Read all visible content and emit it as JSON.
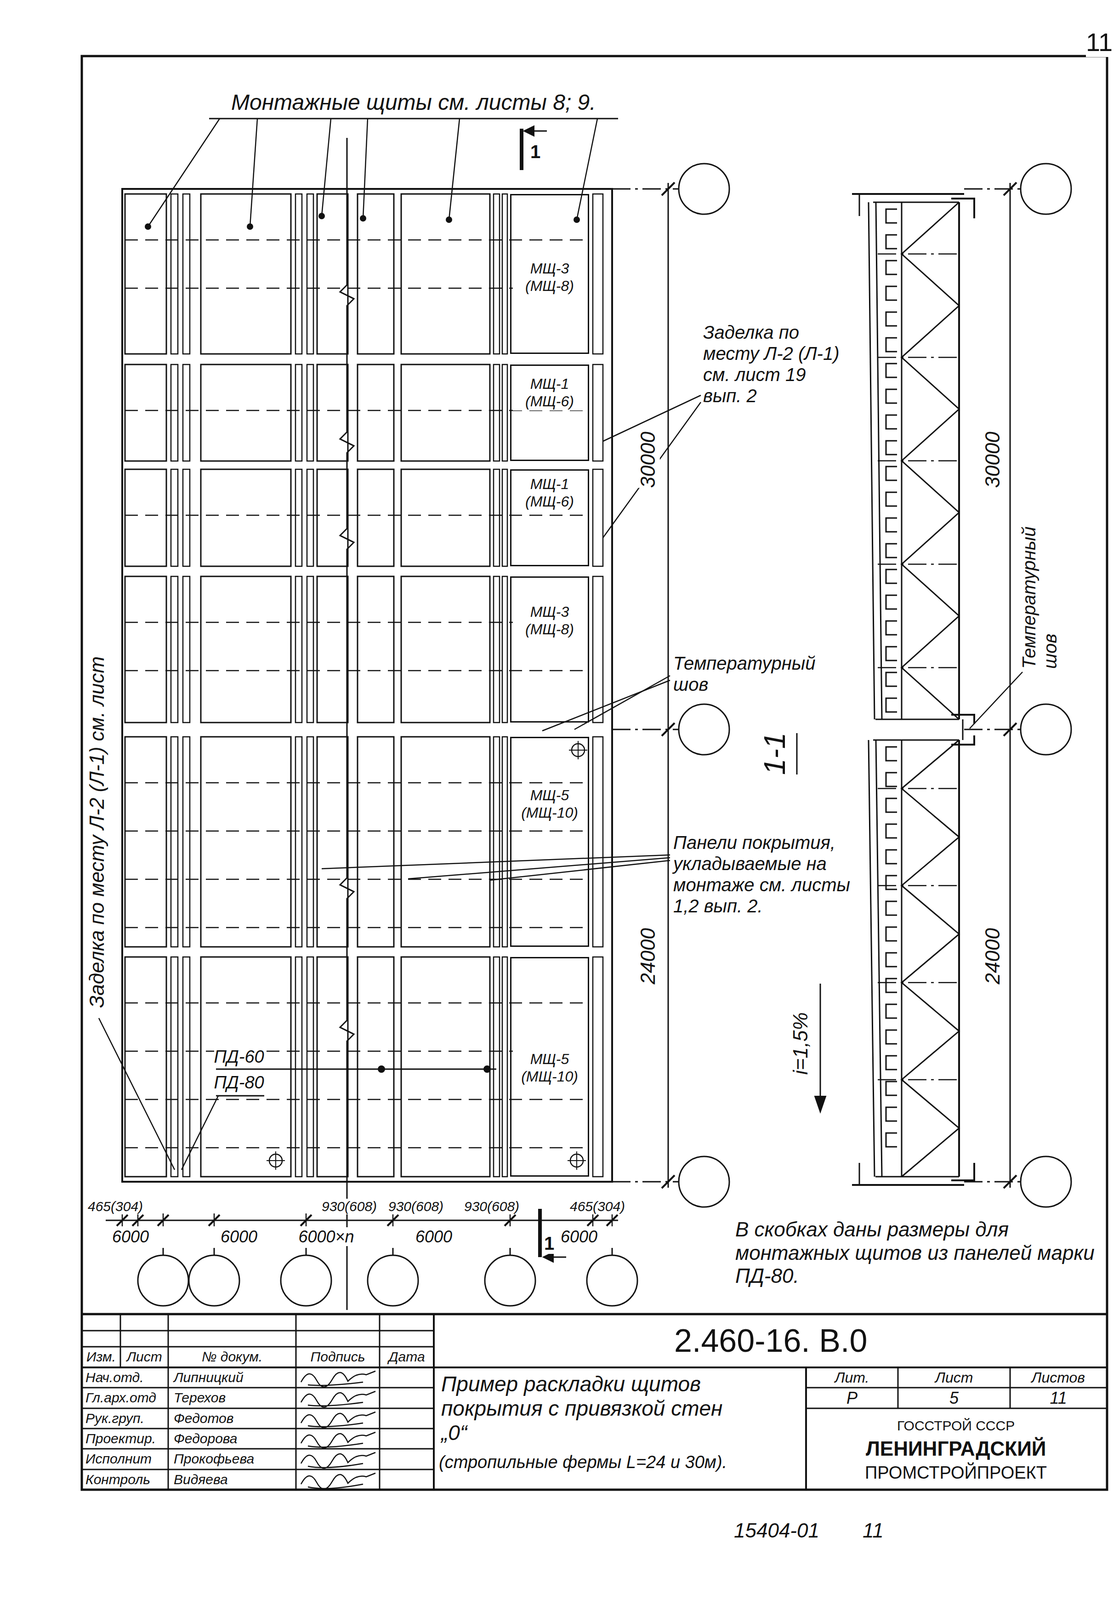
{
  "diagram": {
    "title": "Пример раскладки щитов покрытия с привязкой стен „0“",
    "nodes": [
      {
        "text": [
          "МЩ-3 (МЩ-8)"
        ]
      },
      {
        "text": [
          "МЩ-1 (МЩ-6)"
        ]
      },
      {
        "text": [
          "МЩ-1 (МЩ-6)"
        ]
      },
      {
        "text": [
          "МЩ-3 (МЩ-8)"
        ]
      },
      {
        "text": [
          "МЩ-5 (МЩ-10)"
        ]
      },
      {
        "text": [
          "МЩ-5 (МЩ-10)"
        ]
      }
    ],
    "labels": [
      "11",
      "Монтажные щиты см. листы 8; 9.",
      "1",
      "Заделка по месту Л-2 (Л-1) см. лист 19 вып. 2",
      "30000",
      "Температурный шов",
      "1-1",
      "Температурный шов",
      "30000",
      "Панели покрытия, укладываемые на монтаже см. листы 1,2 вып. 2.",
      "24000",
      "24000",
      "i=1,5%",
      "Заделка по месту Л-2 (Л-1) см. лист",
      "ПД-60",
      "ПД-80",
      "465(304)",
      "930(608)",
      "930(608)",
      "930(608)",
      "465(304)",
      "6000",
      "6000",
      "6000×n",
      "6000",
      "6000",
      "1",
      "В скобках даны размеры для монтажных щитов из панелей марки ПД-80.",
      "Изм.",
      "Лист",
      "№ докум.",
      "Подпись",
      "Дата",
      "Нач.отд.",
      "Липницкий",
      "Гл.арх.отд",
      "Терехов",
      "Рук.груп.",
      "Федотов",
      "Проектир.",
      "Федорова",
      "Исполнит",
      "Прокофьева",
      "Контроль",
      "Видяева",
      "2.460-16. В.0",
      "(стропильные фермы L=24 и 30м).",
      "Лит.",
      "Лист",
      "Листов",
      "Р",
      "5",
      "11",
      "ГОССТРОЙ СССР",
      "ЛЕНИНГРАДСКИЙ",
      "ПРОМСТРОЙПРОЕКТ",
      "15404-01",
      "11"
    ]
  }
}
